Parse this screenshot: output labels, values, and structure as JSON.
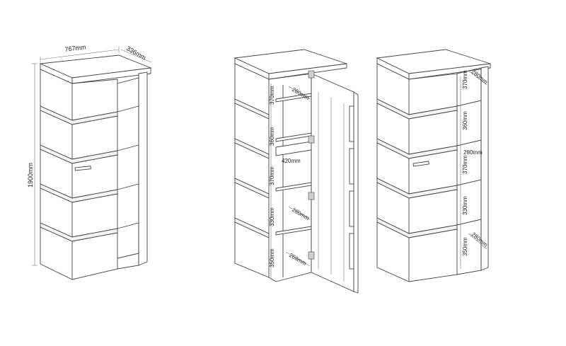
{
  "diagram": {
    "overall": {
      "width_label": "767mm",
      "depth_label": "336mm",
      "height_label": "1900mm"
    },
    "open_view": {
      "shelf_depth_labels": [
        "280mm",
        "420mm",
        "280mm",
        "268mm"
      ],
      "compartment_height_labels": [
        "370mm",
        "360mm",
        "370mm",
        "330mm",
        "350mm"
      ]
    },
    "side_view": {
      "compartment_labels": [
        {
          "height": "370mm",
          "depth": "280mm"
        },
        {
          "height": "360mm",
          "depth": ""
        },
        {
          "height": "370mm",
          "depth": "280mm"
        },
        {
          "height": "330mm",
          "depth": ""
        },
        {
          "height": "350mm",
          "depth": "280mm"
        }
      ]
    }
  },
  "icons": {
    "hinge": "hinge-icon",
    "handle": "handle-icon"
  },
  "colors": {
    "line": "#444444",
    "background": "#ffffff"
  }
}
